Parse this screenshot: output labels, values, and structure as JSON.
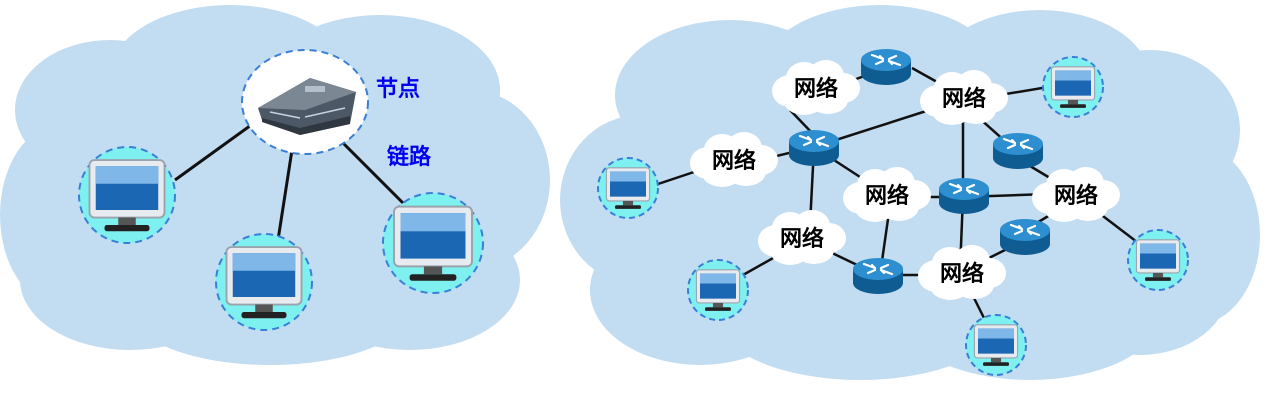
{
  "left_diagram": {
    "node_label": "节点",
    "link_label": "链路",
    "label_color": "#0000ee"
  },
  "right_diagram": {
    "network_label": "网络",
    "network_count": 7,
    "router_count": 6,
    "computer_count": 5
  },
  "colors": {
    "cloud": "#c2dcf1",
    "halo": "#7ef0ef",
    "halo_border": "#3a7fd6",
    "router": "#1f7fbf",
    "line": "#111111"
  }
}
